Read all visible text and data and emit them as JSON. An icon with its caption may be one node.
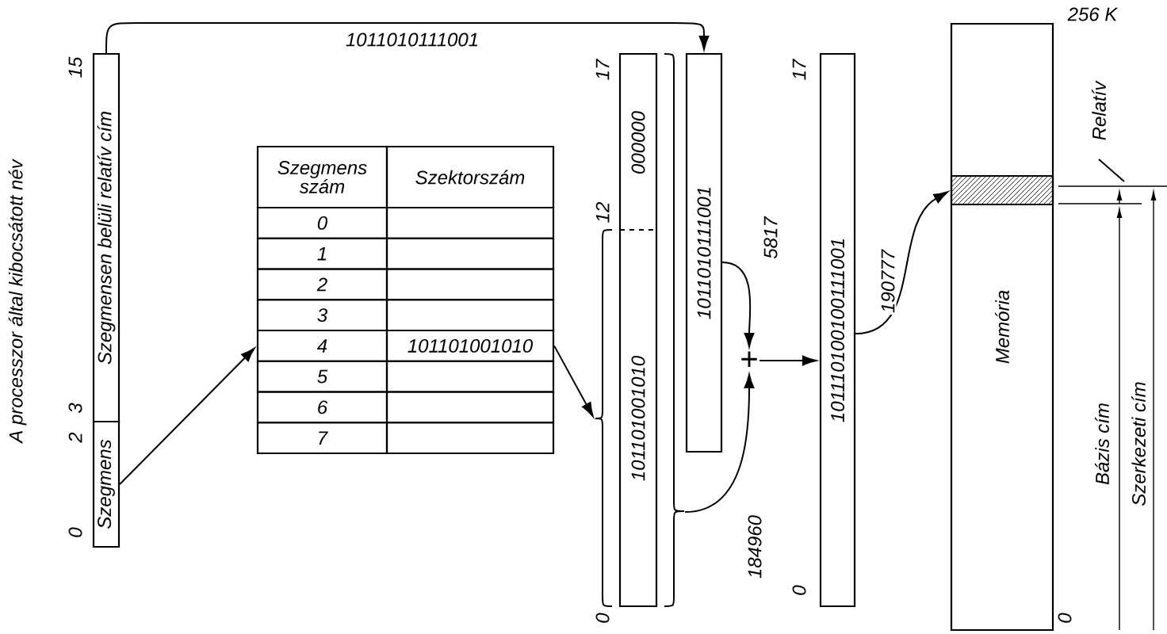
{
  "diagram": {
    "nodes": [
      {
        "text": [
          "Szegmensen belüli relatív cím"
        ]
      },
      {
        "text": [
          "Szegmens"
        ]
      },
      {
        "text": [
          "Szegmens szám"
        ]
      },
      {
        "text": [
          "Szektorszám"
        ]
      },
      {
        "text": [
          "0"
        ]
      },
      {
        "text": [],
        "shape": "box"
      },
      {
        "text": [
          "1"
        ]
      },
      {
        "text": [],
        "shape": "box"
      },
      {
        "text": [
          "2"
        ]
      },
      {
        "text": [],
        "shape": "box"
      },
      {
        "text": [
          "3"
        ]
      },
      {
        "text": [],
        "shape": "box"
      },
      {
        "text": [
          "4"
        ]
      },
      {
        "text": [
          "101101001010"
        ]
      },
      {
        "text": [
          "5"
        ]
      },
      {
        "text": [],
        "shape": "box"
      },
      {
        "text": [
          "6"
        ]
      },
      {
        "text": [],
        "shape": "box"
      },
      {
        "text": [
          "7"
        ]
      },
      {
        "text": [],
        "shape": "box"
      },
      {
        "text": [
          "000000",
          "101101001010"
        ]
      },
      {
        "text": [
          "1011010111001"
        ]
      },
      {
        "text": [
          "+"
        ]
      },
      {
        "text": [
          "101110100100111001"
        ]
      },
      {
        "text": [
          "Memória"
        ]
      },
      {
        "text": [],
        "shape": "bar",
        "in": 24
      },
      {
        "text": [
          "Relatív"
        ]
      }
    ],
    "edges": [
      {
        "from": 0,
        "to": 21,
        "arrow": "to",
        "label": "1011010111001"
      },
      {
        "from": 1,
        "to": 12,
        "arrow": "to"
      },
      {
        "from": 13,
        "to": 20,
        "arrow": "to"
      },
      {
        "from": 21,
        "to": 22,
        "arrow": "to",
        "label": "5817"
      },
      {
        "from": 20,
        "to": 22,
        "arrow": "to",
        "label": "184960"
      },
      {
        "from": 22,
        "to": 23,
        "arrow": "to"
      },
      {
        "from": 23,
        "to": 25,
        "arrow": "to",
        "label": "190777"
      },
      {
        "from": 26,
        "to": null,
        "arrow": "none"
      }
    ],
    "labels": [
      "A processzor által kibocsátott név",
      "15",
      "3",
      "2",
      "0",
      "17",
      "12",
      "0",
      "17",
      "0",
      "256 K",
      "Bázis cím",
      "Szerkezeti cím",
      "0"
    ]
  }
}
